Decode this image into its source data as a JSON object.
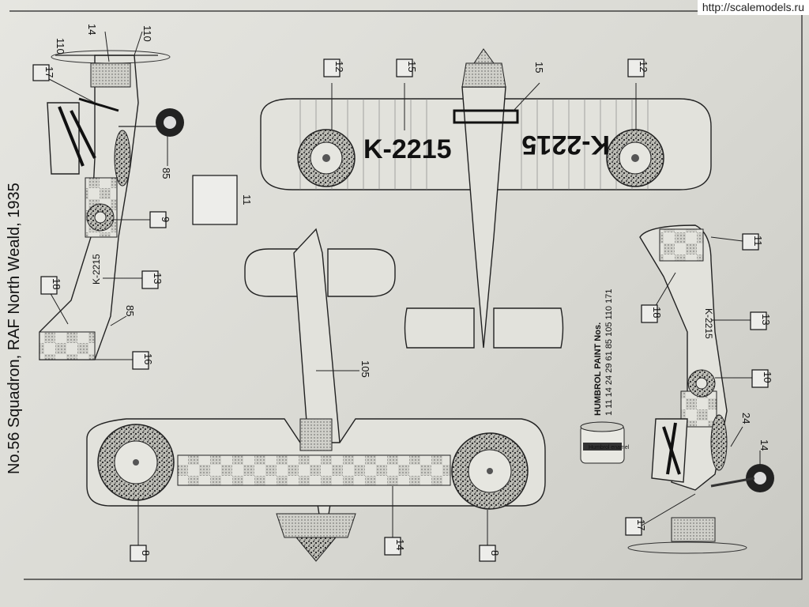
{
  "watermark": "http://scalemodels.ru",
  "title": "No.56 Squadron, RAF North Weald, 1935",
  "paint": {
    "heading": "HUMBROL PAINT Nos.",
    "numbers": "1 11 14 24 29 61 85 105 110 171",
    "tin_label": "Humbrol enamel"
  },
  "serial": "K-2215",
  "callouts": {
    "c110a": "110",
    "c14a": "14",
    "c110b": "110",
    "c17a": "17",
    "c85a": "85",
    "c9": "9",
    "c13a": "13",
    "c18a": "18",
    "c85b": "85",
    "c16": "16",
    "c11a": "11",
    "c12a": "12",
    "c15a": "15",
    "c15b": "15",
    "c12b": "12",
    "c105": "105",
    "c11b": "11",
    "c18b": "18",
    "c13b": "13",
    "c10": "10",
    "c24": "24",
    "c14b": "14",
    "c17b": "17",
    "c8a": "8",
    "c14c": "14",
    "c8b": "8"
  },
  "colors": {
    "paper": "#dcdcd6",
    "ink": "#111111",
    "roundel": "#444444"
  }
}
